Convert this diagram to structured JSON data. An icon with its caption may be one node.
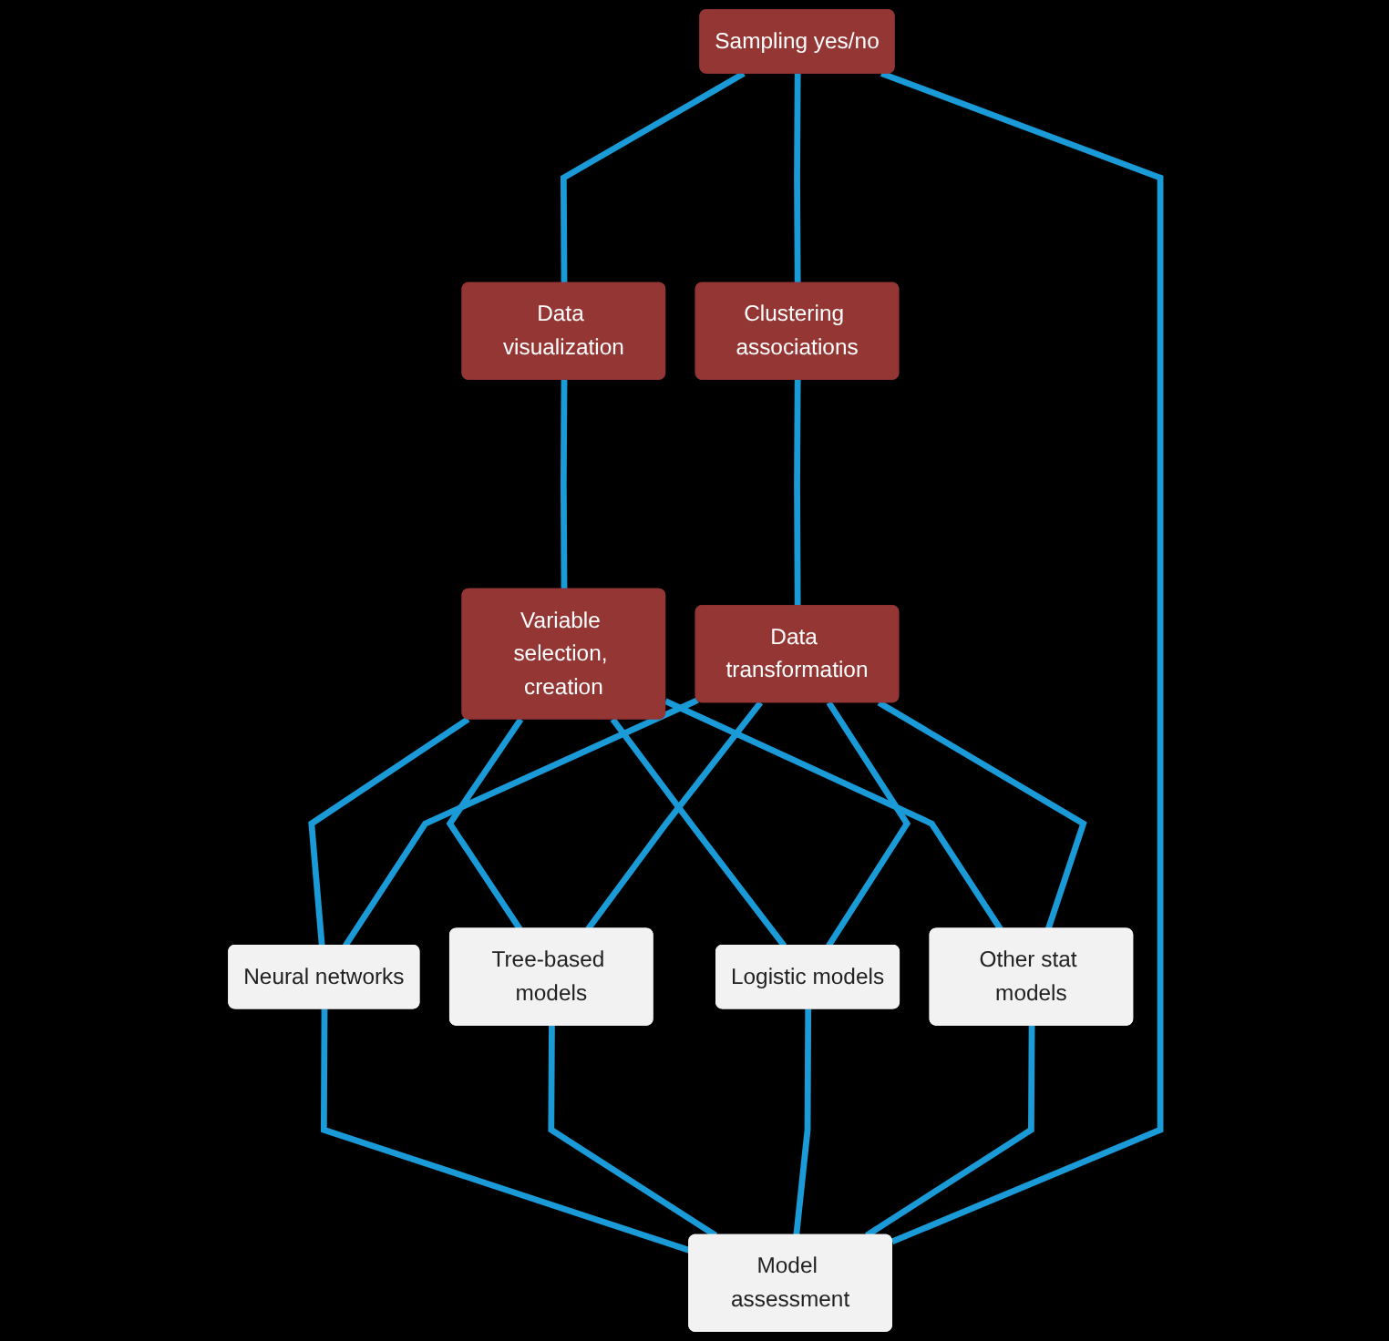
{
  "diagram": {
    "nodes": [
      {
        "text": [
          "Sampling yes/no"
        ]
      },
      {
        "text": [
          "Data visualization"
        ]
      },
      {
        "text": [
          "Clustering associations"
        ]
      },
      {
        "text": [
          "Variable selection, creation"
        ]
      },
      {
        "text": [
          "Data transformation"
        ]
      },
      {
        "text": [
          "Neural networks"
        ]
      },
      {
        "text": [
          "Tree-based models"
        ]
      },
      {
        "text": [
          "Logistic models"
        ]
      },
      {
        "text": [
          "Other stat models"
        ]
      },
      {
        "text": [
          "Model assessment"
        ]
      }
    ],
    "edges": [
      {
        "from": 0,
        "to": 1,
        "arrow": "none"
      },
      {
        "from": 0,
        "to": 2,
        "arrow": "none"
      },
      {
        "from": 1,
        "to": 3,
        "arrow": "none"
      },
      {
        "from": 2,
        "to": 4,
        "arrow": "none"
      },
      {
        "from": 3,
        "to": 5,
        "arrow": "none"
      },
      {
        "from": 3,
        "to": 6,
        "arrow": "none"
      },
      {
        "from": 3,
        "to": 7,
        "arrow": "none"
      },
      {
        "from": 3,
        "to": 8,
        "arrow": "none"
      },
      {
        "from": 4,
        "to": 5,
        "arrow": "none"
      },
      {
        "from": 4,
        "to": 6,
        "arrow": "none"
      },
      {
        "from": 4,
        "to": 7,
        "arrow": "none"
      },
      {
        "from": 4,
        "to": 8,
        "arrow": "none"
      },
      {
        "from": 5,
        "to": 9,
        "arrow": "none"
      },
      {
        "from": 6,
        "to": 9,
        "arrow": "none"
      },
      {
        "from": 7,
        "to": 9,
        "arrow": "none"
      },
      {
        "from": 8,
        "to": 9,
        "arrow": "none"
      },
      {
        "from": 9,
        "to": 0,
        "arrow": "none"
      }
    ]
  }
}
